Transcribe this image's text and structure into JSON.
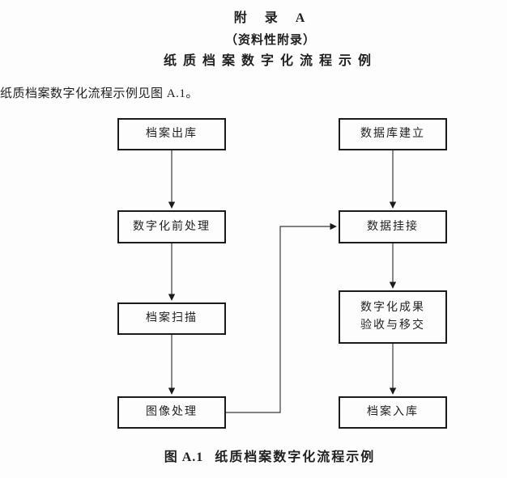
{
  "header": {
    "appendix_label": "附　录　A",
    "appendix_type": "（资料性附录）",
    "appendix_title": "纸质档案数字化流程示例"
  },
  "intro": {
    "text": "纸质档案数字化流程示例见图 A.1。"
  },
  "flowchart": {
    "left_column": [
      {
        "label": "档案出库"
      },
      {
        "label": "数字化前处理"
      },
      {
        "label": "档案扫描"
      },
      {
        "label": "图像处理"
      }
    ],
    "right_column": [
      {
        "label": "数据库建立"
      },
      {
        "label": "数据挂接"
      },
      {
        "label": "数字化成果\n验收与移交"
      },
      {
        "label": "档案入库"
      }
    ],
    "edges": [
      "档案出库 → 数字化前处理",
      "数字化前处理 → 档案扫描",
      "档案扫描 → 图像处理",
      "图像处理 → 数据挂接",
      "数据库建立 → 数据挂接",
      "数据挂接 → 数字化成果验收与移交",
      "数字化成果验收与移交 → 档案入库"
    ]
  },
  "figure": {
    "caption_label": "图 A.1",
    "caption_text": "纸质档案数字化流程示例"
  },
  "colors": {
    "text": "#1f1f1f",
    "box_border": "#1b1b1b",
    "line": "#3a3a3a",
    "background": "#fdfdfd"
  }
}
